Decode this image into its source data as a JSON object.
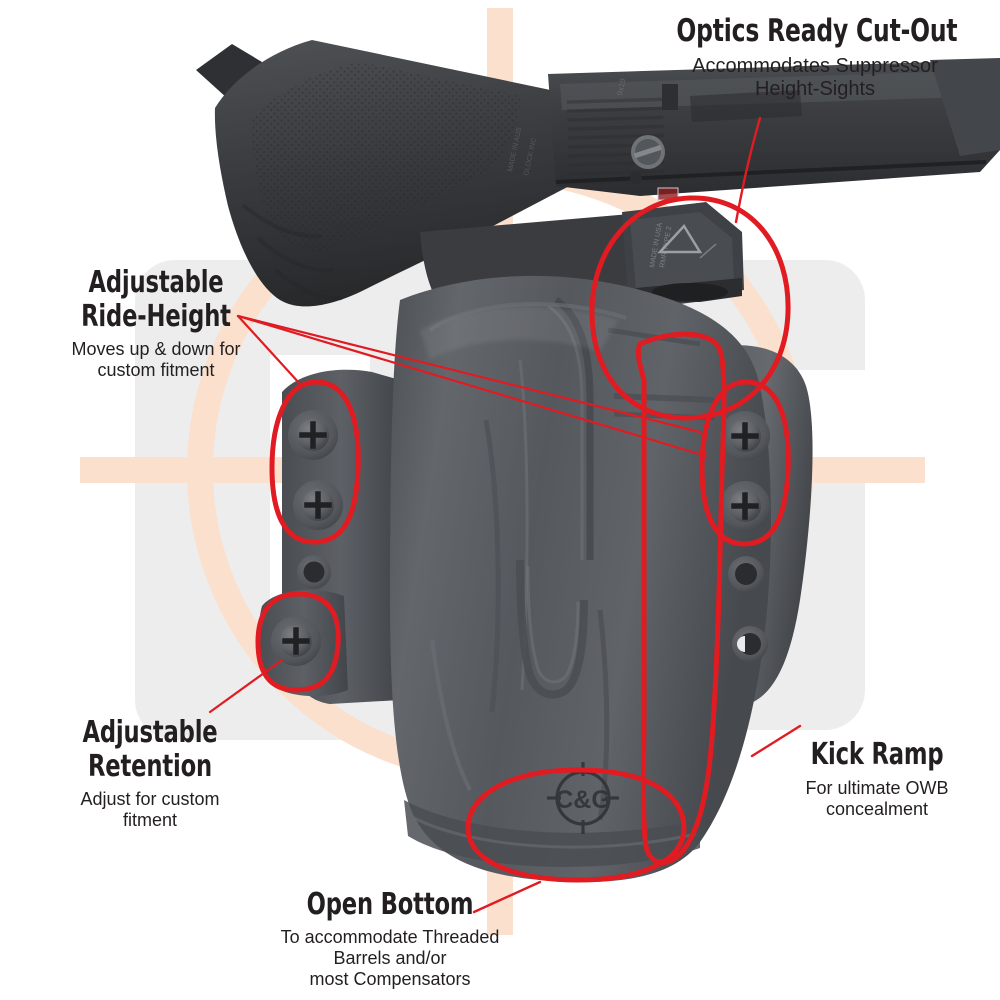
{
  "meta": {
    "kind": "product-feature-infographic",
    "product": "OWB Kydex Light-Bearing Holster with Optic Cut",
    "brand_mark": "C&G",
    "annotation_color": "#e01b22",
    "text_color": "#231f20",
    "background_color": "#ffffff",
    "watermark_color_ring": "#fbe0cd",
    "watermark_color_letters": "#ededee",
    "holster_color": "#5a5e63",
    "firearm_color": "#3a3c3f"
  },
  "callouts": [
    {
      "id": "optics-ready-cut-out",
      "title": "Optics Ready Cut-Out",
      "subtitle_lines": [
        "Accommodates Suppressor",
        "Height-Sights"
      ],
      "position": "top-right",
      "align": "center"
    },
    {
      "id": "adjustable-ride-height",
      "title_lines": [
        "Adjustable",
        "Ride-Height"
      ],
      "subtitle_lines": [
        "Moves up & down for",
        "custom fitment"
      ],
      "position": "left-upper",
      "align": "center"
    },
    {
      "id": "adjustable-retention",
      "title_lines": [
        "Adjustable",
        "Retention"
      ],
      "subtitle_lines": [
        "Adjust for custom",
        "fitment"
      ],
      "position": "left-lower",
      "align": "center"
    },
    {
      "id": "kick-ramp",
      "title": "Kick Ramp",
      "subtitle_lines": [
        "For ultimate OWB",
        "concealment"
      ],
      "position": "right-lower",
      "align": "center"
    },
    {
      "id": "open-bottom",
      "title": "Open Bottom",
      "subtitle_lines": [
        "To accommodate Threaded",
        "Barrels and/or",
        "most Compensators"
      ],
      "position": "bottom-center",
      "align": "center"
    }
  ],
  "text": {
    "optics_title": "Optics Ready Cut-Out",
    "optics_sub1": "Accommodates Suppressor",
    "optics_sub2": "Height-Sights",
    "ride_title1": "Adjustable",
    "ride_title2": "Ride-Height",
    "ride_sub1": "Moves up & down for",
    "ride_sub2": "custom fitment",
    "retention_title1": "Adjustable",
    "retention_title2": "Retention",
    "retention_sub1": "Adjust for custom",
    "retention_sub2": "fitment",
    "kick_title": "Kick Ramp",
    "kick_sub1": "For ultimate OWB",
    "kick_sub2": "concealment",
    "open_title": "Open Bottom",
    "open_sub1": "To accommodate Threaded",
    "open_sub2": "Barrels and/or",
    "open_sub3": "most Compensators",
    "logo_text": "C&G"
  },
  "hardware": {
    "left_ride_screws": 2,
    "left_retention_screws": 1,
    "right_ride_screws": 2,
    "right_open_holes": 2,
    "left_open_holes": 1,
    "screw_type": "phillips"
  },
  "annotation_shapes": [
    {
      "id": "circle-optic-cutout",
      "shape": "ellipse",
      "target": "optics-ready-cut-out"
    },
    {
      "id": "circle-left-ride-screws",
      "shape": "ellipse",
      "target": "adjustable-ride-height"
    },
    {
      "id": "circle-right-ride-screws",
      "shape": "ellipse",
      "target": "adjustable-ride-height"
    },
    {
      "id": "circle-left-retention-screw",
      "shape": "ellipse",
      "target": "adjustable-retention"
    },
    {
      "id": "circle-open-bottom",
      "shape": "ellipse",
      "target": "open-bottom"
    },
    {
      "id": "outline-kick-ramp",
      "shape": "freeform-outline",
      "target": "kick-ramp"
    },
    {
      "id": "leader-optics",
      "shape": "line",
      "target": "optics-ready-cut-out"
    },
    {
      "id": "leader-ride-left",
      "shape": "line",
      "target": "adjustable-ride-height"
    },
    {
      "id": "leader-ride-right",
      "shape": "line",
      "target": "adjustable-ride-height"
    },
    {
      "id": "leader-retention",
      "shape": "line",
      "target": "adjustable-retention"
    },
    {
      "id": "leader-kick",
      "shape": "line",
      "target": "kick-ramp"
    },
    {
      "id": "leader-open",
      "shape": "line",
      "target": "open-bottom"
    }
  ]
}
